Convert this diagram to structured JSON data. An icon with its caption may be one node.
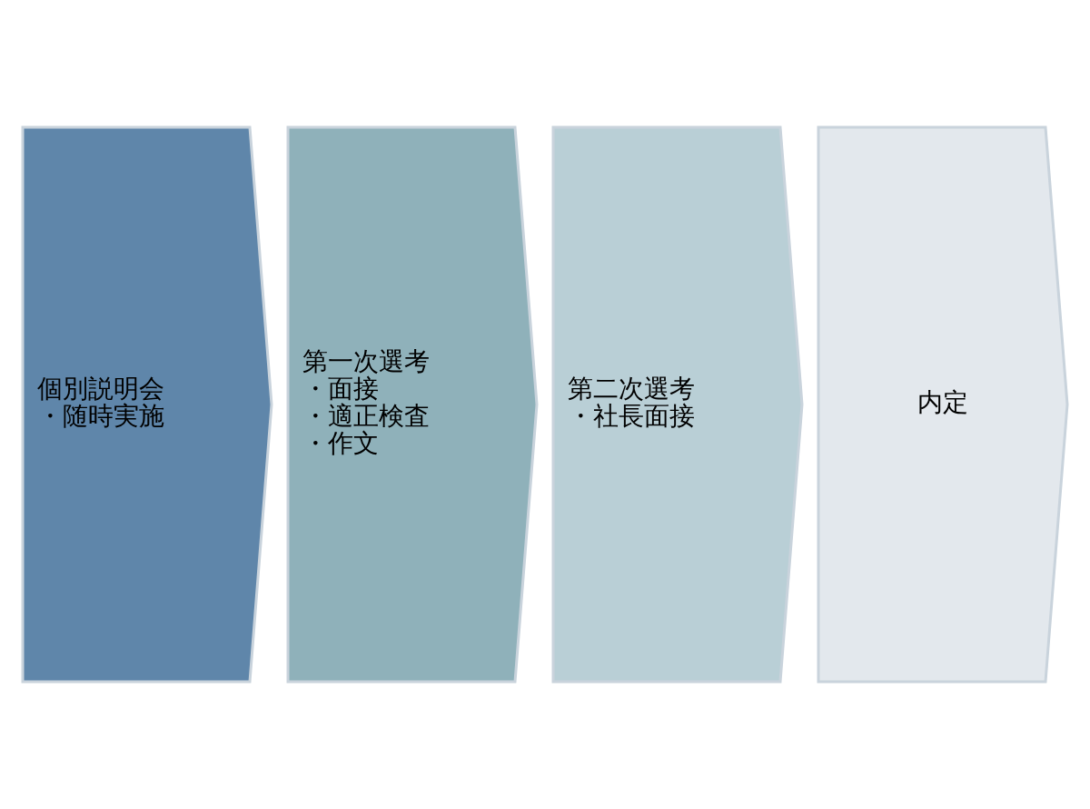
{
  "diagram": {
    "nodes": [
      {
        "text": [
          "個別説明会",
          "・随時実施"
        ]
      },
      {
        "text": [
          "第一次選考",
          "・面接",
          "・適正検査",
          "・作文"
        ]
      },
      {
        "text": [
          "第二次選考",
          "・社長面接"
        ]
      },
      {
        "text": [
          "内定"
        ]
      }
    ]
  }
}
